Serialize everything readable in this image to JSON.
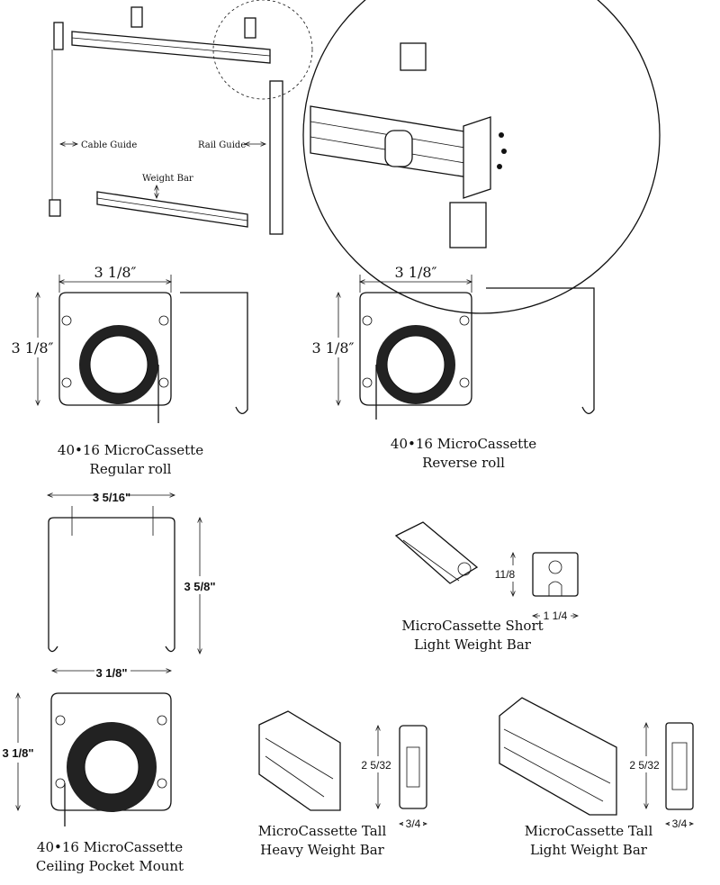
{
  "assembly": {
    "cable_guide": "Cable Guide",
    "rail_guide": "Rail Guide",
    "weight_bar": "Weight Bar"
  },
  "regular_roll": {
    "width": "3 1/8″",
    "height": "3 1/8″",
    "caption_line1": "40•16 MicroCassette",
    "caption_line2": "Regular roll"
  },
  "reverse_roll": {
    "width": "3 1/8″",
    "height": "3 1/8″",
    "caption_line1": "40•16 MicroCassette",
    "caption_line2": "Reverse roll"
  },
  "pocket_channel": {
    "top_width": "3 5/16\"",
    "height": "3 5/8\"",
    "bottom_width": "3 1/8\""
  },
  "ceiling_pocket": {
    "height": "3 1/8\"",
    "caption_line1": "40•16 MicroCassette",
    "caption_line2": "Ceiling Pocket Mount"
  },
  "short_light_bar": {
    "height": "11/8",
    "width": "1 1/4",
    "caption_line1": "MicroCassette Short",
    "caption_line2": "Light Weight Bar"
  },
  "tall_heavy_bar": {
    "height": "2 5/32",
    "width": "3/4",
    "caption_line1": "MicroCassette Tall",
    "caption_line2": "Heavy Weight Bar"
  },
  "tall_light_bar": {
    "height": "2 5/32",
    "width": "3/4",
    "caption_line1": "MicroCassette Tall",
    "caption_line2": "Light Weight Bar"
  }
}
